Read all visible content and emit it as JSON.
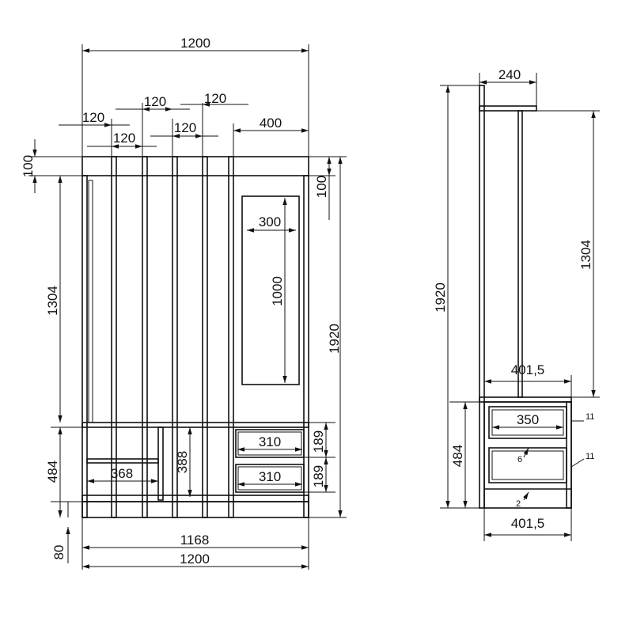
{
  "front_view": {
    "overall_width": "1200",
    "top_division_1": "120",
    "top_division_2": "120",
    "top_division_3": "120",
    "top_division_4": "120",
    "top_division_5": "120",
    "mirror_section_width": "400",
    "cornice_height_left": "100",
    "cornice_height_right": "100",
    "mirror_width": "300",
    "mirror_height": "1000",
    "hanger_height": "1304",
    "total_height": "1920",
    "base_height": "484",
    "plinth_height": "80",
    "shelf_width": "368",
    "compartment_height": "388",
    "drawer_width_top": "310",
    "drawer_width_bottom": "310",
    "drawer_height_top": "189",
    "drawer_height_bottom": "189",
    "inner_width": "1168",
    "bottom_width": "1200"
  },
  "side_view": {
    "top_depth": "240",
    "total_height": "1920",
    "upper_height": "1304",
    "cabinet_depth_top": "401,5",
    "drawer_front_width": "350",
    "base_height": "484",
    "cabinet_depth_bottom": "401,5",
    "note_11_top": "11",
    "note_11_bottom": "11",
    "note_6": "6",
    "note_2": "2"
  }
}
